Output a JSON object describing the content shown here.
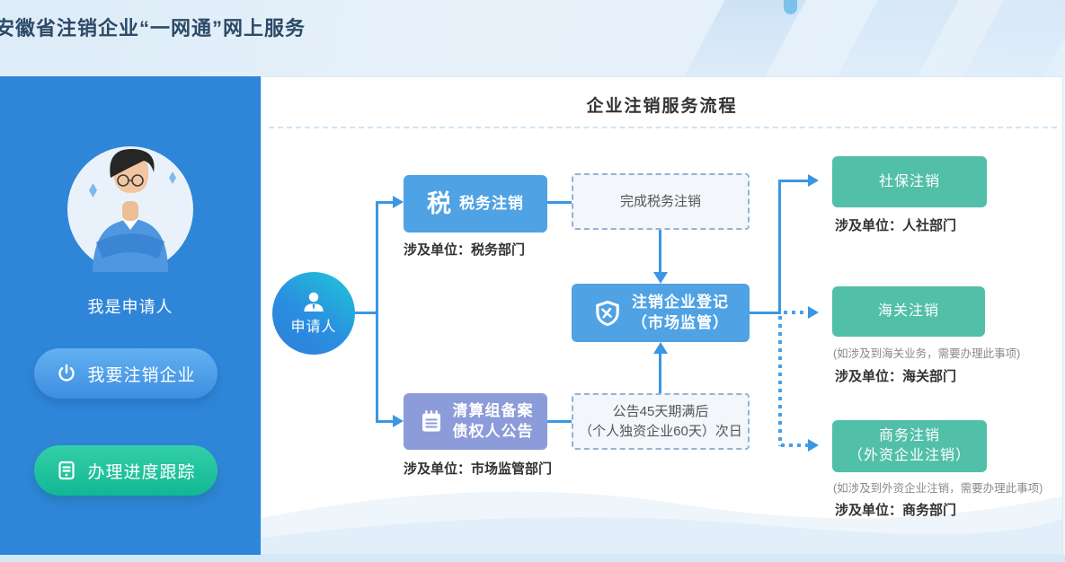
{
  "header": {
    "title": "安徽省注销企业“一网通”网上服务"
  },
  "sidebar": {
    "role_label": "我是申请人",
    "deregister_button": "我要注销企业",
    "track_button": "办理进度跟踪"
  },
  "flow": {
    "title": "企业注销服务流程",
    "applicant_label": "申请人",
    "tax": {
      "icon_glyph": "税",
      "label": "税务注销",
      "unit": "涉及单位：税务部门"
    },
    "tax_done_label": "完成税务注销",
    "registration": {
      "line1": "注销企业登记",
      "line2": "（市场监管）"
    },
    "liquidation": {
      "line1": "清算组备案",
      "line2": "债权人公告",
      "unit": "涉及单位：市场监管部门"
    },
    "announcement": {
      "line1": "公告45天期满后",
      "line2": "（个人独资企业60天）次日"
    },
    "social": {
      "label": "社保注销",
      "unit": "涉及单位：人社部门"
    },
    "customs": {
      "label": "海关注销",
      "note": "(如涉及到海关业务，需要办理此事项)",
      "unit": "涉及单位：海关部门"
    },
    "commerce": {
      "line1": "商务注销",
      "line2": "（外资企业注销）",
      "note": "(如涉及到外资企业注销，需要办理此事项)",
      "unit": "涉及单位：商务部门"
    }
  },
  "colors": {
    "sidebar_blue": "#2f86d9",
    "node_blue": "#4fa2e4",
    "node_purple": "#8c9bd9",
    "node_teal": "#52bfa9",
    "connector_blue": "#3b97e3",
    "button_green": "#12b893"
  }
}
